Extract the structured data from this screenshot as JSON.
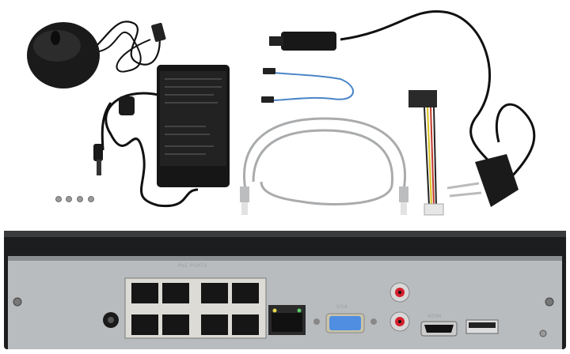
{
  "panel_labels": {
    "poe_ports": "PoE PORTS",
    "vga": "VGA",
    "hdmi": "HDMI"
  },
  "colors": {
    "background": "#ffffff",
    "nvr_lid": "#1c1d1f",
    "nvr_panel": "#b9bcbf",
    "vga_port": "#4f8ee0",
    "rca_center": "#d4202c",
    "sata_cable": "#4a86c8",
    "patch_cable": "#a9abad"
  }
}
